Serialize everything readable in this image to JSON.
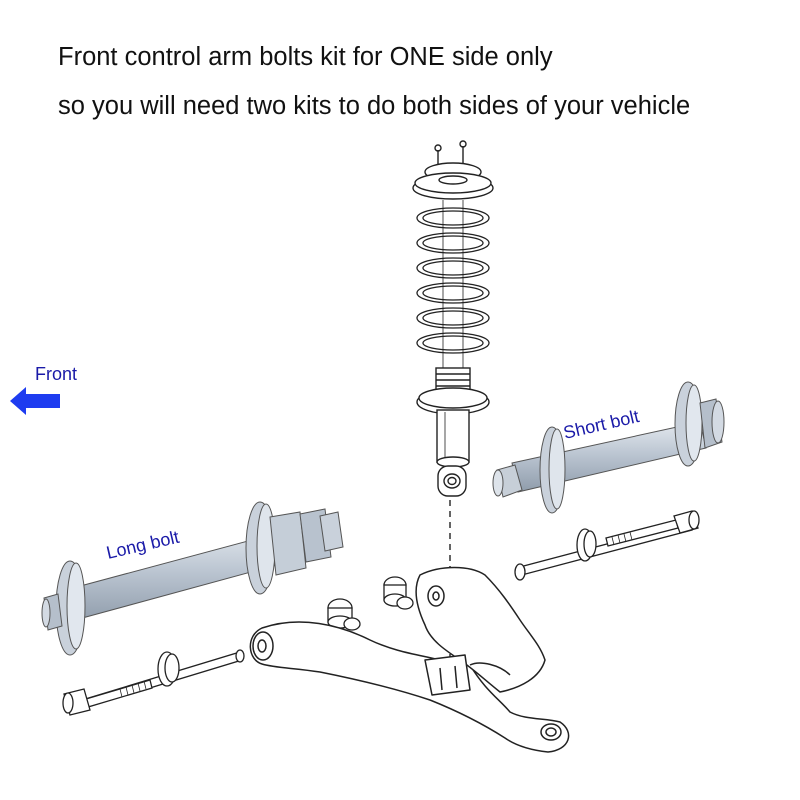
{
  "header": {
    "line1": "Front control arm bolts kit for ONE side only",
    "line2": "so you will need two kits to do both sides of your vehicle"
  },
  "labels": {
    "front": "Front",
    "short_bolt": "Short bolt",
    "long_bolt": "Long bolt"
  },
  "colors": {
    "label_text": "#1a1aa8",
    "arrow": "#1e3cf0",
    "bolt_body": "#b9c3cf",
    "line_art": "#222222"
  },
  "icons": {
    "direction": "left-arrow-icon"
  }
}
